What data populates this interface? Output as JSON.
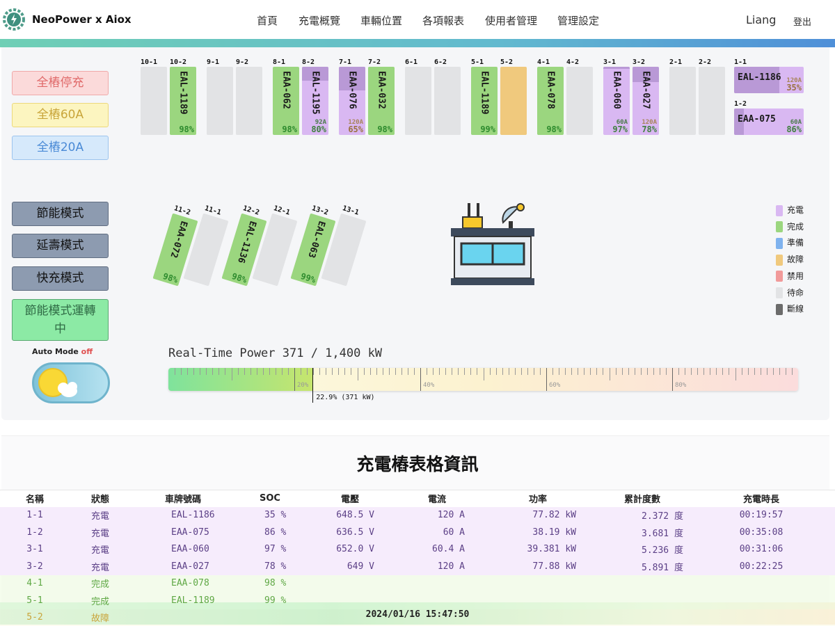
{
  "header": {
    "brand": "NeoPower x Aiox",
    "nav": [
      "首頁",
      "充電概覽",
      "車輛位置",
      "各項報表",
      "使用者管理",
      "管理設定"
    ],
    "user": "Liang",
    "logout": "登出"
  },
  "controls": {
    "all_stop": "全樁停充",
    "all_60a": "全樁60A",
    "all_20a": "全樁20A",
    "eco": "節能模式",
    "longevity": "延壽模式",
    "fast": "快充模式",
    "running": "節能模式運轉中",
    "auto_label": "Auto Mode",
    "auto_state": "off"
  },
  "colors": {
    "charging": "#d9b8f2",
    "charging_dark": "#b999d6",
    "done": "#9bd67f",
    "ready": "#7fb2ee",
    "fault": "#f0c97d",
    "disabled": "#f19a9a",
    "idle": "#e2e3e5",
    "offline": "#6b6b6b"
  },
  "chargers": [
    {
      "id": "10-1",
      "status": "idle"
    },
    {
      "id": "10-2",
      "status": "done",
      "plate": "EAL-1189",
      "soc": "98%"
    },
    {
      "id": "9-1",
      "status": "idle"
    },
    {
      "id": "9-2",
      "status": "idle"
    },
    {
      "id": "8-1",
      "status": "done",
      "plate": "EAA-062",
      "soc": "98%"
    },
    {
      "id": "8-2",
      "status": "charging",
      "plate": "EAL-1195",
      "soc": "80%",
      "level": 80,
      "amp": "92A"
    },
    {
      "id": "7-1",
      "status": "charging",
      "plate": "EAA-076",
      "soc": "65%",
      "level": 65,
      "amp": "120A"
    },
    {
      "id": "7-2",
      "status": "done",
      "plate": "EAA-032",
      "soc": "98%"
    },
    {
      "id": "6-1",
      "status": "idle"
    },
    {
      "id": "6-2",
      "status": "idle"
    },
    {
      "id": "5-1",
      "status": "done",
      "plate": "EAL-1189",
      "soc": "99%"
    },
    {
      "id": "5-2",
      "status": "fault"
    },
    {
      "id": "4-1",
      "status": "done",
      "plate": "EAA-078",
      "soc": "98%"
    },
    {
      "id": "4-2",
      "status": "idle"
    },
    {
      "id": "3-1",
      "status": "charging",
      "plate": "EAA-060",
      "soc": "97%",
      "level": 97,
      "amp": "60A"
    },
    {
      "id": "3-2",
      "status": "charging",
      "plate": "EAA-027",
      "soc": "78%",
      "level": 78,
      "amp": "120A"
    },
    {
      "id": "2-1",
      "status": "idle"
    },
    {
      "id": "2-2",
      "status": "idle"
    }
  ],
  "chargers_h": [
    {
      "id": "1-1",
      "status": "charging",
      "plate": "EAL-1186",
      "soc": "35%",
      "level": 35,
      "amp": "120A"
    },
    {
      "id": "1-2",
      "status": "charging",
      "plate": "EAA-075",
      "soc": "86%",
      "level": 86,
      "amp": "60A"
    }
  ],
  "chargers_angled": [
    {
      "id": "11-2",
      "status": "done",
      "plate": "EAA-072",
      "soc": "98%"
    },
    {
      "id": "11-1",
      "status": "idle"
    },
    {
      "id": "12-2",
      "status": "done",
      "plate": "EAL-1136",
      "soc": "98%"
    },
    {
      "id": "12-1",
      "status": "idle"
    },
    {
      "id": "13-2",
      "status": "done",
      "plate": "EAL-063",
      "soc": "99%"
    },
    {
      "id": "13-1",
      "status": "idle"
    }
  ],
  "legend": [
    {
      "label": "充電",
      "key": "charging"
    },
    {
      "label": "完成",
      "key": "done"
    },
    {
      "label": "準備",
      "key": "ready"
    },
    {
      "label": "故障",
      "key": "fault"
    },
    {
      "label": "禁用",
      "key": "disabled"
    },
    {
      "label": "待命",
      "key": "idle"
    },
    {
      "label": "斷線",
      "key": "offline"
    }
  ],
  "power": {
    "title": "Real-Time Power 371 / 1,400 kW",
    "percent": 22.9,
    "marker": "22.9% (371 kW)",
    "ticks": [
      "20%",
      "40%",
      "60%",
      "80%"
    ]
  },
  "table": {
    "title": "充電樁表格資訊",
    "headers": [
      "名稱",
      "狀態",
      "車牌號碼",
      "SOC",
      "電壓",
      "電流",
      "功率",
      "累計度數",
      "充電時長"
    ],
    "rows": [
      {
        "type": "c",
        "cells": [
          "1-1",
          "充電",
          "EAL-1186",
          "35 %",
          "648.5 V",
          "120 A",
          "77.82 kW",
          "2.372 度",
          "00:19:57"
        ]
      },
      {
        "type": "c",
        "cells": [
          "1-2",
          "充電",
          "EAA-075",
          "86 %",
          "636.5 V",
          "60 A",
          "38.19 kW",
          "3.681 度",
          "00:35:08"
        ]
      },
      {
        "type": "c",
        "cells": [
          "3-1",
          "充電",
          "EAA-060",
          "97 %",
          "652.0 V",
          "60.4 A",
          "39.381 kW",
          "5.236 度",
          "00:31:06"
        ]
      },
      {
        "type": "c",
        "cells": [
          "3-2",
          "充電",
          "EAA-027",
          "78 %",
          "649 V",
          "120 A",
          "77.88 kW",
          "5.891 度",
          "00:22:25"
        ]
      },
      {
        "type": "d",
        "cells": [
          "4-1",
          "完成",
          "EAA-078",
          "98 %",
          "",
          "",
          "",
          "",
          ""
        ]
      },
      {
        "type": "d",
        "cells": [
          "5-1",
          "完成",
          "EAL-1189",
          "99 %",
          "",
          "",
          "",
          "",
          ""
        ]
      },
      {
        "type": "f",
        "cells": [
          "5-2",
          "故障",
          "",
          "",
          "",
          "",
          "",
          "",
          ""
        ]
      }
    ]
  },
  "timestamp": "2024/01/16 15:47:50"
}
